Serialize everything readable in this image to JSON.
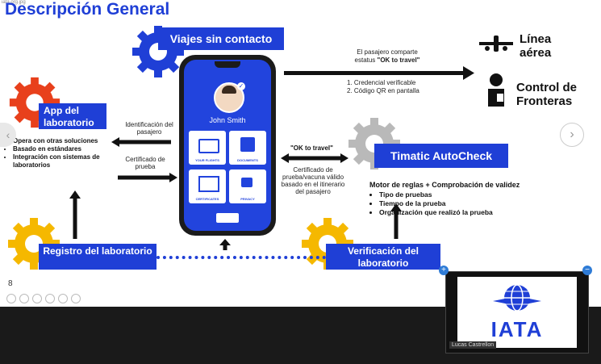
{
  "tiny_top": "iata.org.jpg",
  "title": "Descripción General",
  "banners": {
    "viajes": "Viajes sin contacto",
    "app_lab": "App del laboratorio",
    "timatic": "Timatic AutoCheck",
    "registro": "Registro del laboratorio",
    "verificacion": "Verificación del laboratorio"
  },
  "phone": {
    "user_name": "John Smith",
    "tiles": [
      "YOUR FLIGHTS",
      "DOCUMENTS",
      "CERTIFICATES",
      "PRIVACY"
    ]
  },
  "right_labels": {
    "linea": "Línea aérea",
    "control": "Control de Fronteras"
  },
  "top_arrow_text": {
    "line1": "El pasajero comparte",
    "line2_prefix": "estatus ",
    "line2_bold": "\"OK to travel\""
  },
  "numbered": [
    "1. Credencial verificable",
    "2. Código QR en pantalla"
  ],
  "ident_text": "Identificación del pasajero",
  "cert_text": "Certificado de prueba",
  "ok_travel": "\"OK to travel\"",
  "cert_vacuna": "Certificado de prueba/vacuna válido basado en el itinerario del pasajero",
  "app_bullets": [
    "Opera con otras soluciones",
    "Basado en estándares",
    "Integración con sistemas de laboratorios"
  ],
  "timatic_heading": "Motor de reglas + Comprobación de validez",
  "timatic_bullets": [
    "Tipo de pruebas",
    "Tiempo de la prueba",
    "Organización que realizó la prueba"
  ],
  "page_number": "8",
  "video": {
    "caller_name": "Lucas Castrellon",
    "logo_text": "IATA"
  },
  "colors": {
    "blue": "#1f3fd6",
    "red": "#e8401c",
    "yellow": "#f5b800",
    "gray": "#b9b9b9"
  }
}
